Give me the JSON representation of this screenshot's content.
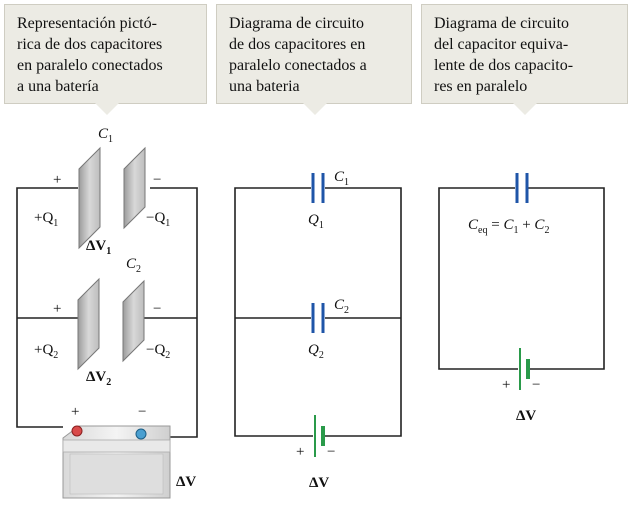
{
  "captions": {
    "pictorial": [
      "Representación pictó-",
      "rica de dos capacitores",
      "en paralelo conectados",
      "a una batería"
    ],
    "circuit": [
      "Diagrama de circuito",
      "de dos capacitores en",
      "paralelo conectados a",
      "una bateria"
    ],
    "equivalent": [
      "Diagrama de circuito",
      "del capacitor equiva-",
      "lente de dos capacito-",
      "res en paralelo"
    ]
  },
  "labels": {
    "c1": "C",
    "c1_sub": "1",
    "c2": "C",
    "c2_sub": "2",
    "plus": "+",
    "minus": "−",
    "plus_q1": "+Q",
    "plus_q1_sub": "1",
    "minus_q1": "−Q",
    "minus_q1_sub": "1",
    "plus_q2": "+Q",
    "plus_q2_sub": "2",
    "minus_q2": "−Q",
    "minus_q2_sub": "2",
    "dv": "ΔV",
    "dv1_sub": "1",
    "dv2_sub": "2",
    "q": "Q",
    "q1_sub": "1",
    "q2_sub": "2",
    "ceq": "C",
    "ceq_sub": "eq",
    "eq_sign": " = ",
    "eq_c": "C",
    "eq_sub1": "1",
    "eq_plus": " + ",
    "eq_sub2": "2"
  },
  "colors": {
    "capacitor": "#1f55a8",
    "battery": "#2a9a4a",
    "wire": "#222222",
    "callout_bg": "#ecebe4"
  }
}
